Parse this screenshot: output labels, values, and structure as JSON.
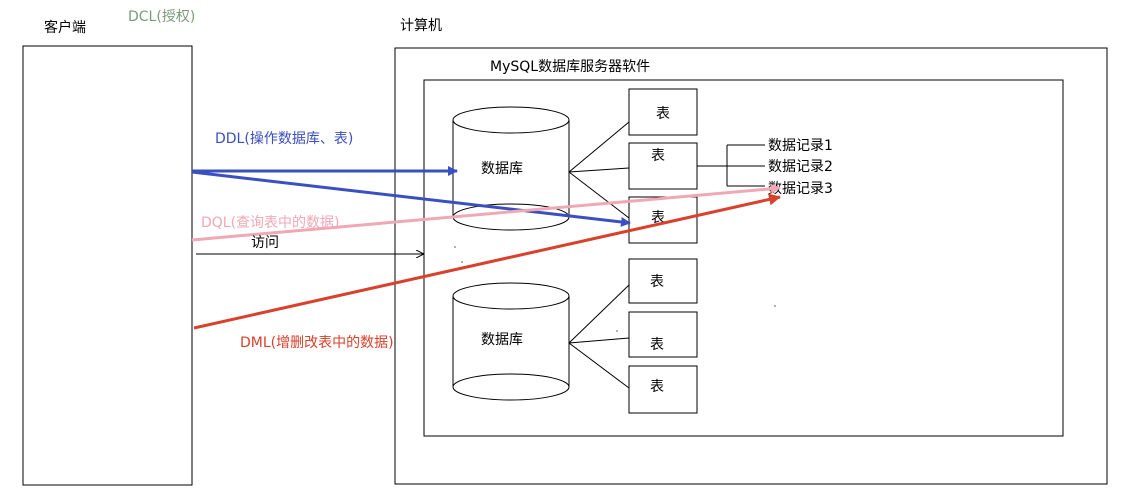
{
  "client": {
    "label": "客户端"
  },
  "dcl": {
    "label": "DCL(授权)",
    "color": "#7a9a7a"
  },
  "computer": {
    "label": "计算机"
  },
  "server": {
    "label": "MySQL数据库服务器软件"
  },
  "databases": [
    {
      "label": "数据库",
      "tables": [
        "表",
        "表",
        "表"
      ]
    },
    {
      "label": "数据库",
      "tables": [
        "表",
        "表",
        "表"
      ]
    }
  ],
  "records": [
    "数据记录1",
    "数据记录2",
    "数据记录3"
  ],
  "arrows": {
    "ddl": {
      "label": "DDL(操作数据库、表)",
      "color": "#3a4fc0"
    },
    "dql": {
      "label": "DQL(查询表中的数据)",
      "color": "#f0a8b4"
    },
    "access": {
      "label": "访问",
      "color": "#000000"
    },
    "dml": {
      "label": "DML(增删改表中的数据)",
      "color": "#d8412b"
    }
  }
}
